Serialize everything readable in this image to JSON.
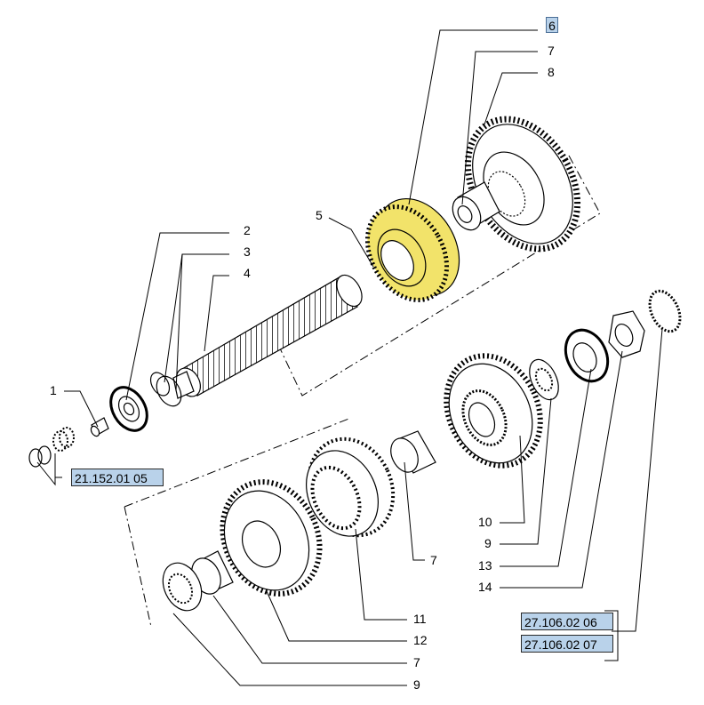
{
  "diagram": {
    "callouts": {
      "c1": "1",
      "c2": "2",
      "c3": "3",
      "c4": "4",
      "c5": "5",
      "c6": "6",
      "c7a": "7",
      "c8": "8",
      "c7b": "7",
      "c10": "10",
      "c9a": "9",
      "c13": "13",
      "c14": "14",
      "c11": "11",
      "c12": "12",
      "c7c": "7",
      "c9b": "9"
    },
    "references": {
      "left": "21.152.01 05",
      "right_top": "27.106.02 06",
      "right_bottom": "27.106.02 07"
    },
    "highlight_color": "#f2e36a",
    "reference_color": "#b9d2ea"
  }
}
